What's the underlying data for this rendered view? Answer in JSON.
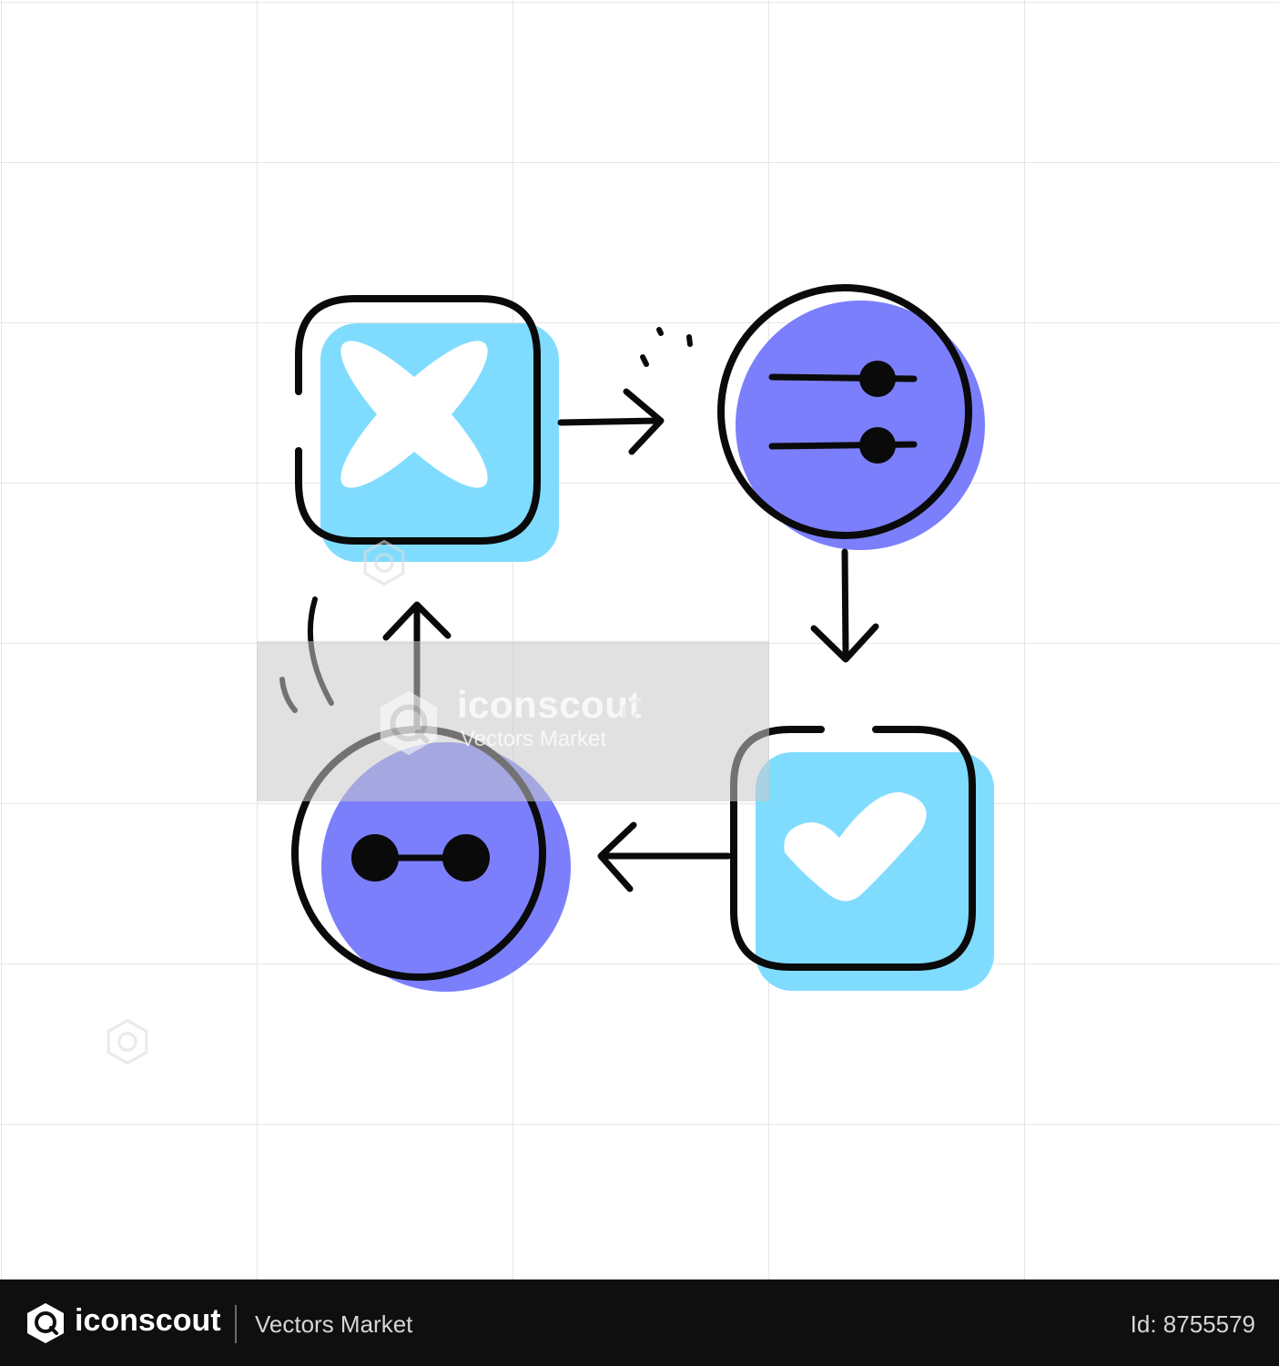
{
  "watermark": {
    "brand": "iconscout",
    "subtitle": "Vectors Market"
  },
  "footer": {
    "brand": "iconscout",
    "author": "Vectors Market",
    "id_label": "Id: 8755579"
  },
  "colors": {
    "light_blue": "#80dcff",
    "purple": "#7b7ffc",
    "stroke": "#0a0a0a",
    "grid": "#e6e6e6",
    "footer_bg": "#0f0f10"
  },
  "icons": [
    "close-icon",
    "sliders-icon",
    "checkmark-icon",
    "connector-icon",
    "arrow-right-icon",
    "arrow-down-icon",
    "arrow-left-icon",
    "arrow-up-icon",
    "iconscout-logo-icon"
  ]
}
